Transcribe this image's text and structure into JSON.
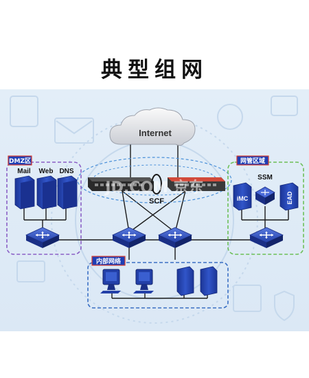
{
  "title": "典型组网",
  "internet_label": "Internet",
  "scf_label": "SCF",
  "watermark": "JD.COM 京东",
  "zones": {
    "dmz": {
      "tag": "DMZ区",
      "servers": [
        "Mail",
        "Web",
        "DNS"
      ]
    },
    "management": {
      "tag": "网管区域",
      "ssm_label": "SSM",
      "imc_label": "iMC",
      "ead_label": "EAD"
    },
    "internal": {
      "tag": "内部网络"
    }
  },
  "colors": {
    "zone_tag_bg": "#1f3fb5",
    "zone_tag_border": "#d83c2e",
    "dmz_border": "#8a5fc5",
    "management_border": "#6cbf57",
    "internal_border": "#3a6fc4",
    "device_blue": "#2340a8"
  }
}
